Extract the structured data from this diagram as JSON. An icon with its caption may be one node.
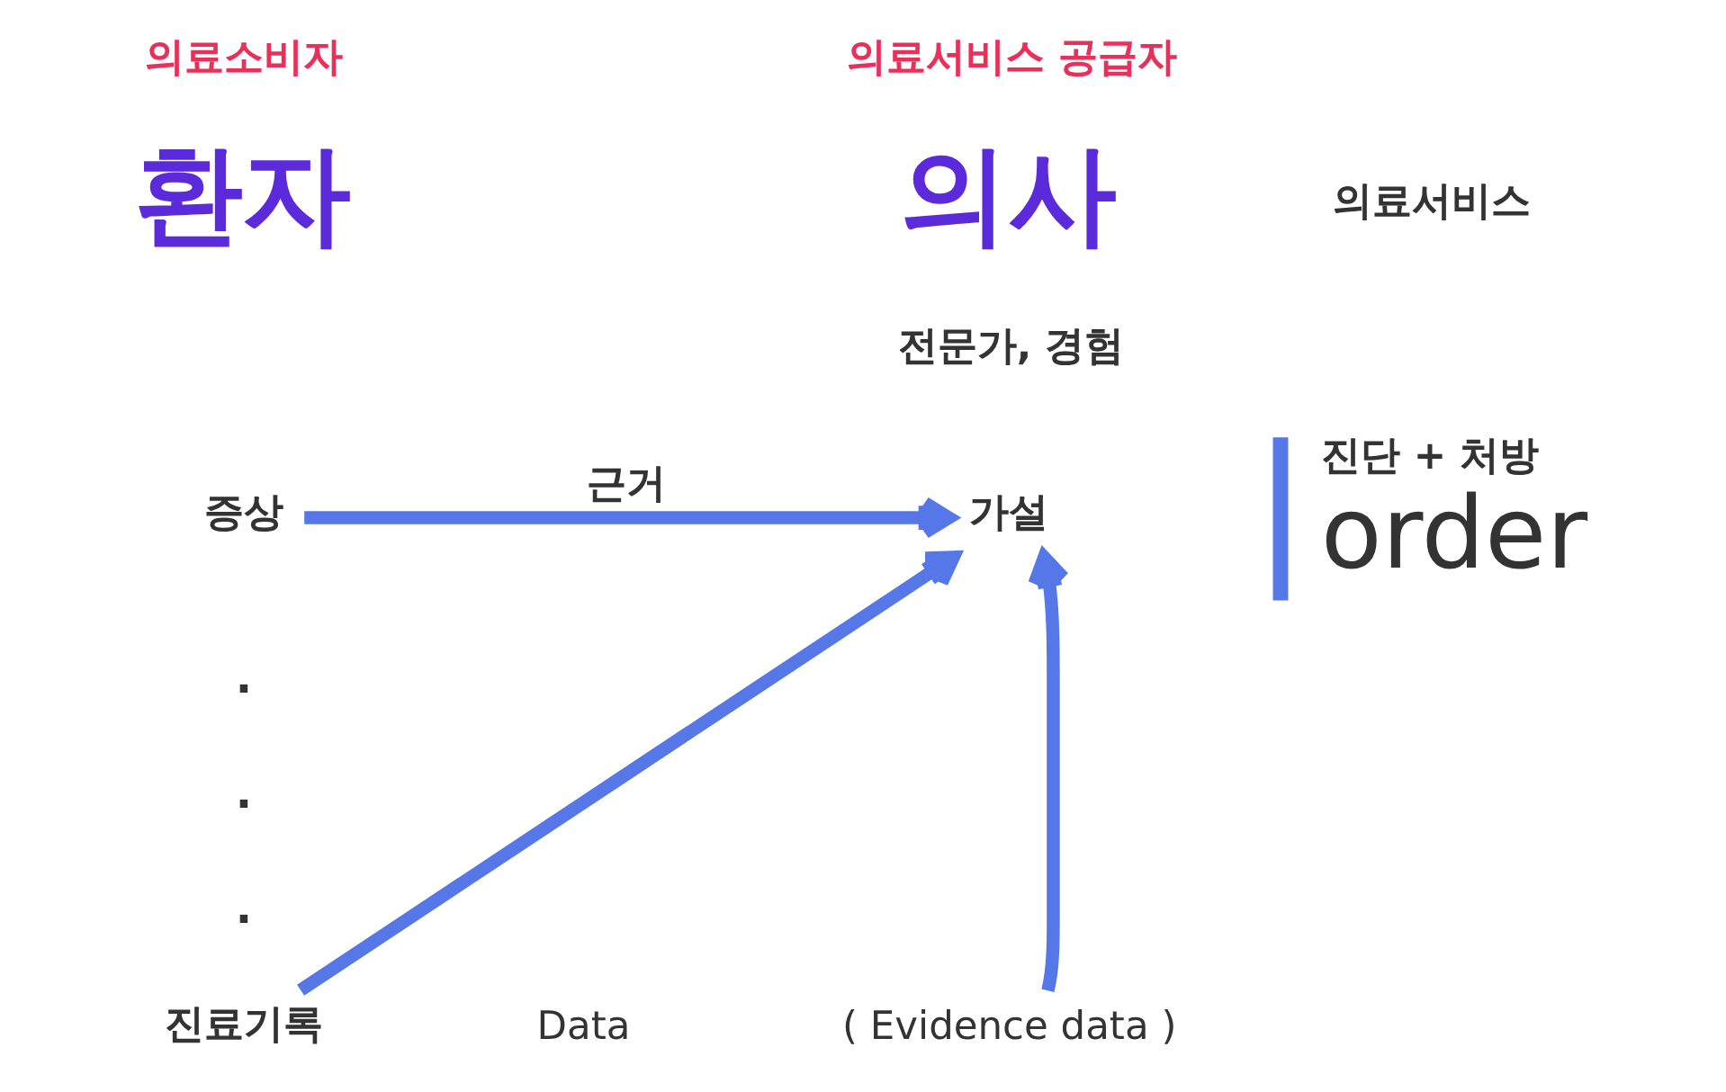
{
  "diagram": {
    "nodes": [
      {
        "text": [
          "증상"
        ]
      },
      {
        "text": [
          "진료기록"
        ]
      },
      {
        "text": [
          "가설"
        ]
      },
      {
        "text": [
          "( Evidence data )"
        ]
      }
    ],
    "edges": [
      {
        "from": 0,
        "to": 2,
        "arrow": "to",
        "label": "근거"
      },
      {
        "from": 1,
        "to": 2,
        "arrow": "to"
      },
      {
        "from": 3,
        "to": 2,
        "arrow": "to"
      }
    ],
    "labels": [
      "의료소비자",
      "의료서비스 공급자",
      "환자",
      "의사",
      "의료서비스",
      "전문가, 경험",
      "진단 + 처방",
      "order",
      ".",
      ".",
      ".",
      "Data"
    ]
  }
}
